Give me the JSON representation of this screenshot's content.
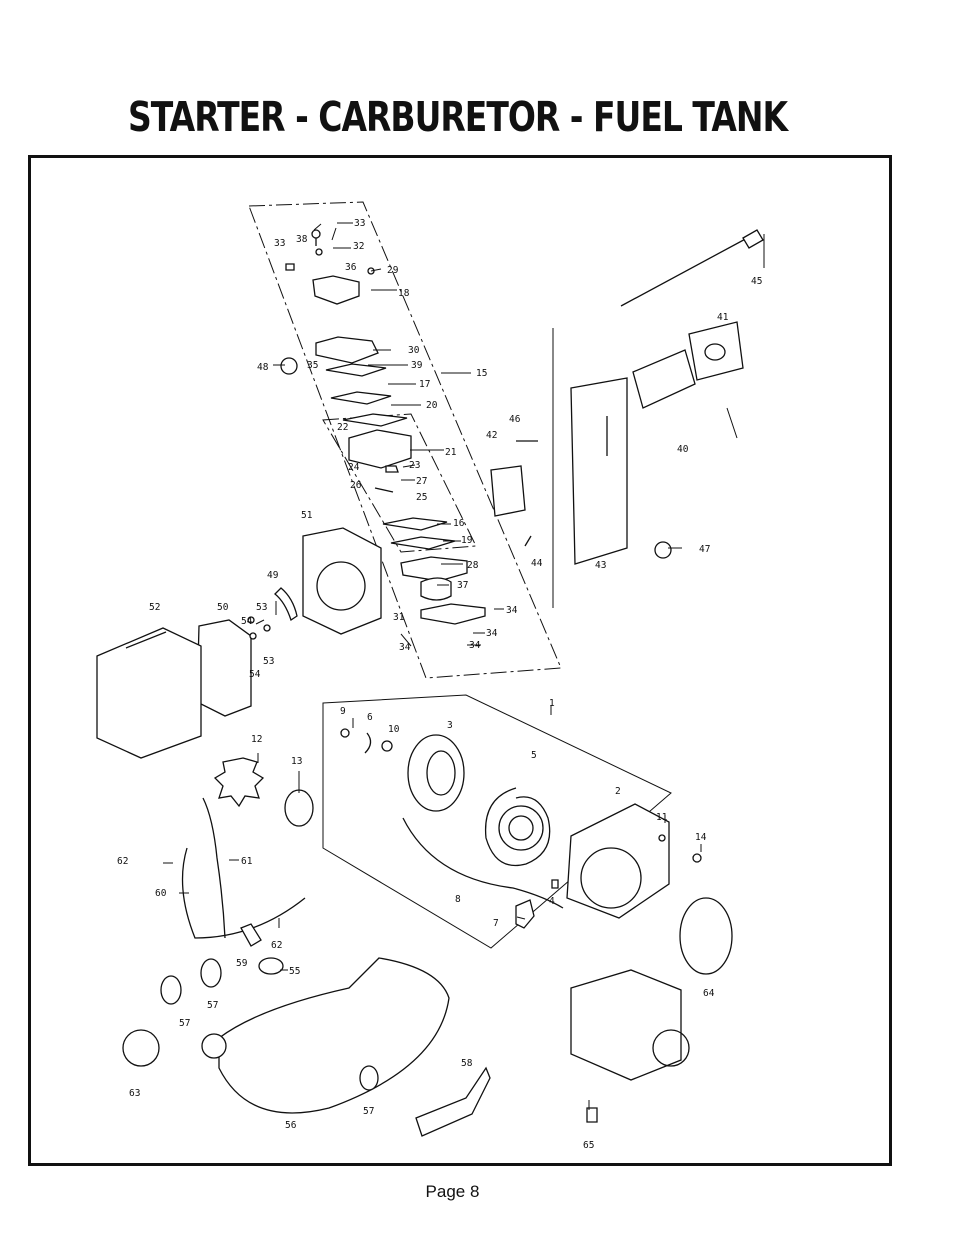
{
  "title": "STARTER - CARBURETOR - FUEL TANK",
  "footer": "Page 8",
  "callouts": [
    "1",
    "2",
    "3",
    "4",
    "5",
    "6",
    "7",
    "8",
    "9",
    "10",
    "11",
    "12",
    "13",
    "14",
    "15",
    "16",
    "17",
    "18",
    "19",
    "20",
    "21",
    "22",
    "23",
    "24",
    "25",
    "26",
    "27",
    "28",
    "29",
    "30",
    "31",
    "32",
    "33",
    "33",
    "34",
    "34",
    "34",
    "34",
    "34",
    "35",
    "36",
    "37",
    "38",
    "39",
    "40",
    "41",
    "42",
    "43",
    "44",
    "45",
    "46",
    "47",
    "48",
    "49",
    "50",
    "51",
    "52",
    "53",
    "53",
    "54",
    "54",
    "55",
    "56",
    "57",
    "57",
    "57",
    "58",
    "59",
    "60",
    "61",
    "62",
    "62",
    "63",
    "64",
    "65"
  ]
}
